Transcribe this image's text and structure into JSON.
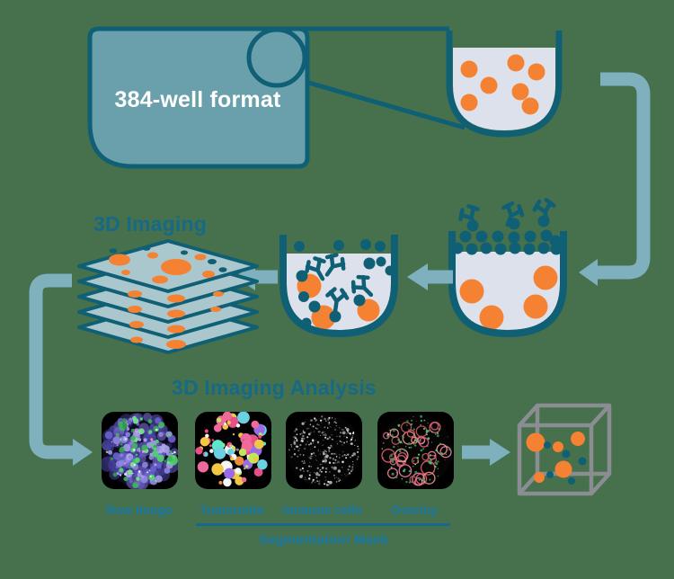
{
  "colors": {
    "background": "#47704d",
    "outline": "#0f5f75",
    "plate_fill": "#69a0ab",
    "plate_label_color": "#ffffff",
    "arrow": "#7eb1bd",
    "orange": "#f58233",
    "well_fill": "#dde1ec",
    "stack_fill": "#a9c7cd",
    "heading": "#166a85",
    "label": "#1778a5",
    "rule": "#15688f",
    "cube": "#8a8e93"
  },
  "plate": {
    "label": "384-well format"
  },
  "imaging_title": "3D Imaging",
  "analysis": {
    "title": "3D Imaging Analysis",
    "segmentation_label": "Segmentation Mask",
    "panels": [
      {
        "label": "Raw Image",
        "seed": 7,
        "field_color": "#0d0b20",
        "layers": [
          {
            "kind": "dot",
            "count": 90,
            "colors": [
              "#4a44a0",
              "#5b55c0",
              "#6a60cc",
              "#3a3688",
              "#7d74d8"
            ],
            "rmin": 3,
            "rmax": 9,
            "opacity": 0.55
          },
          {
            "kind": "dot",
            "count": 70,
            "colors": [
              "#8f86e0",
              "#a49ae8",
              "#6a60cc",
              "#b0a8f0"
            ],
            "rmin": 1.5,
            "rmax": 4.5,
            "opacity": 0.9
          },
          {
            "kind": "dot",
            "count": 8,
            "colors": [
              "#3bb854",
              "#52d96b"
            ],
            "rmin": 3,
            "rmax": 6,
            "opacity": 0.85
          },
          {
            "kind": "dot",
            "count": 45,
            "colors": [
              "#3bb854",
              "#52d96b",
              "#2e9f43",
              "#7ae88a"
            ],
            "rmin": 1,
            "rmax": 3.5,
            "opacity": 0.9
          },
          {
            "kind": "dot",
            "count": 25,
            "colors": [
              "#e0e0ff",
              "#ffffff",
              "#ff9ad0"
            ],
            "rmin": 0.6,
            "rmax": 1.6,
            "opacity": 0.9
          }
        ]
      },
      {
        "label": "Tumoroids",
        "seed": 13,
        "field_color": "#020204",
        "layers": [
          {
            "kind": "dot",
            "count": 55,
            "colors": [
              "#e84f8a",
              "#f2c744",
              "#6ad1e3",
              "#f08b3c",
              "#bde85a",
              "#f5f5f5",
              "#9a6ae8",
              "#ef6a9a",
              "#5ae8c8",
              "#e85a5a"
            ],
            "rmin": 2,
            "rmax": 7,
            "opacity": 1
          },
          {
            "kind": "dot",
            "count": 25,
            "colors": [
              "#e84f8a",
              "#f2c744",
              "#6ad1e3",
              "#bde85a",
              "#f5f5f5"
            ],
            "rmin": 1,
            "rmax": 2.5,
            "opacity": 1
          }
        ]
      },
      {
        "label": "Immune cells",
        "seed": 29,
        "field_color": "#050505",
        "layers": [
          {
            "kind": "dot",
            "count": 300,
            "colors": [
              "#9a9a9a",
              "#777777",
              "#c5c5c5",
              "#ffffff",
              "#555555"
            ],
            "rmin": 0.4,
            "rmax": 1.3,
            "opacity": 0.85
          },
          {
            "kind": "dot",
            "count": 18,
            "colors": [
              "#d5d5d5",
              "#b5b5b5"
            ],
            "rmin": 1.2,
            "rmax": 2,
            "opacity": 0.8
          }
        ]
      },
      {
        "label": "Overlay",
        "seed": 53,
        "field_color": "#060404",
        "layers": [
          {
            "kind": "ring",
            "count": 34,
            "colors": [
              "#d95f6a",
              "#e87a9a",
              "#c85f7a",
              "#b85555",
              "#e8938a"
            ],
            "rmin": 3,
            "rmax": 8,
            "stroke": 1.3,
            "opacity": 0.95
          },
          {
            "kind": "dot",
            "count": 110,
            "colors": [
              "#3f9f5f",
              "#2e8f4f",
              "#63c37b"
            ],
            "rmin": 0.4,
            "rmax": 1.5,
            "opacity": 0.9
          },
          {
            "kind": "dot",
            "count": 12,
            "colors": [
              "#dddddd"
            ],
            "rmin": 0.5,
            "rmax": 1,
            "opacity": 0.9
          }
        ]
      }
    ]
  }
}
